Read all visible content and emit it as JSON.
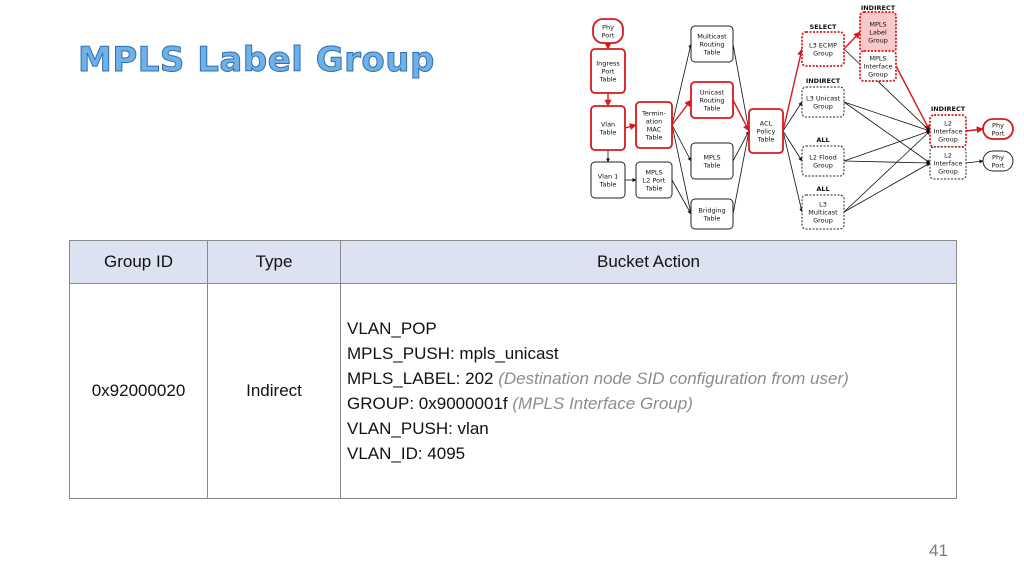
{
  "slide": {
    "title": "MPLS Label Group",
    "page_number": "41"
  },
  "pipeline": {
    "colors": {
      "highlight": "#d7191c",
      "normal": "#222222",
      "highlight_fill": "#f9c9c9",
      "dashed": "#444444"
    },
    "tables": {
      "phy_port_in": "Phy|Port",
      "ingress_port": "Ingress|Port|Table",
      "vlan": "Vlan|Table",
      "vlan1": "Vlan 1|Table",
      "termination_mac": "Termin-|ation|MAC|Table",
      "mpls_l2_port": "MPLS|L2 Port|Table",
      "multicast_routing": "Multicast|Routing|Table",
      "unicast_routing": "Unicast|Routing|Table",
      "mpls": "MPLS|Table",
      "bridging": "Bridging|Table",
      "acl_policy": "ACL|Policy|Table"
    },
    "groups": {
      "l3_ecmp": "L3 ECMP|Group",
      "mpls_label": "MPLS|Label|Group",
      "mpls_interface": "MPLS|Interface|Group",
      "l3_unicast": "L3 Unicast|Group",
      "l2_flood": "L2 Flood|Group",
      "l3_multicast": "L3|Multicast|Group",
      "l2_interface_1": "L2|Interface|Group",
      "l2_interface_2": "L2|Interface|Group"
    },
    "ports_out": {
      "phy_port_1": "Phy|Port",
      "phy_port_2": "Phy|Port"
    },
    "group_types": {
      "select": "SELECT",
      "indirect_top": "INDIRECT",
      "indirect_unicast": "INDIRECT",
      "all_flood": "ALL",
      "all_multicast": "ALL",
      "indirect_l2": "INDIRECT"
    }
  },
  "table": {
    "headers": {
      "group_id": "Group ID",
      "type": "Type",
      "bucket_action": "Bucket Action"
    },
    "rows": [
      {
        "group_id": "0x92000020",
        "type": "Indirect",
        "actions": [
          {
            "text": "VLAN_POP",
            "note": ""
          },
          {
            "text": "MPLS_PUSH: mpls_unicast",
            "note": ""
          },
          {
            "text": "MPLS_LABEL: 202",
            "note": "(Destination node SID configuration from user)"
          },
          {
            "text": "GROUP: 0x9000001f",
            "note": "(MPLS Interface Group)"
          },
          {
            "text": "VLAN_PUSH: vlan",
            "note": ""
          },
          {
            "text": "VLAN_ID: 4095",
            "note": ""
          }
        ]
      }
    ]
  }
}
